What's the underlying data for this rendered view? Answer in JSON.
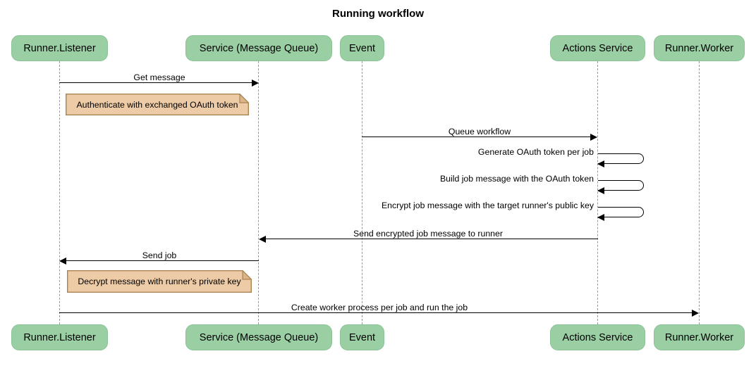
{
  "diagram_type": "sequence",
  "title": "Running workflow",
  "participants": [
    {
      "label": "Runner.Listener"
    },
    {
      "label": "Service (Message Queue)"
    },
    {
      "label": "Event"
    },
    {
      "label": "Actions Service"
    },
    {
      "label": "Runner.Worker"
    }
  ],
  "messages": [
    {
      "type": "arrow",
      "from": "Runner.Listener",
      "to": "Service (Message Queue)",
      "label": "Get message"
    },
    {
      "type": "note",
      "over": "Runner.Listener",
      "label": "Authenticate with exchanged OAuth token"
    },
    {
      "type": "arrow",
      "from": "Event",
      "to": "Actions Service",
      "label": "Queue workflow"
    },
    {
      "type": "self",
      "on": "Actions Service",
      "label": "Generate OAuth token per job"
    },
    {
      "type": "self",
      "on": "Actions Service",
      "label": "Build job message with the OAuth token"
    },
    {
      "type": "self",
      "on": "Actions Service",
      "label": "Encrypt job message with the target runner's public key"
    },
    {
      "type": "arrow",
      "from": "Actions Service",
      "to": "Service (Message Queue)",
      "label": "Send encrypted job message to runner"
    },
    {
      "type": "arrow",
      "from": "Service (Message Queue)",
      "to": "Runner.Listener",
      "label": "Send job"
    },
    {
      "type": "note",
      "over": "Runner.Listener",
      "label": "Decrypt message with runner's private key"
    },
    {
      "type": "arrow",
      "from": "Runner.Listener",
      "to": "Runner.Worker",
      "label": "Create worker process per job and run the job"
    }
  ],
  "colors": {
    "background": "#FFFFFF",
    "participant_fill": "#9ACFA4",
    "participant_border": "#8BC297",
    "note_fill": "#EDCBA6",
    "note_fold": "#DCB489",
    "note_border": "#AA8453",
    "lifeline": "#999999",
    "arrow": "#000000",
    "text": "#000000"
  }
}
